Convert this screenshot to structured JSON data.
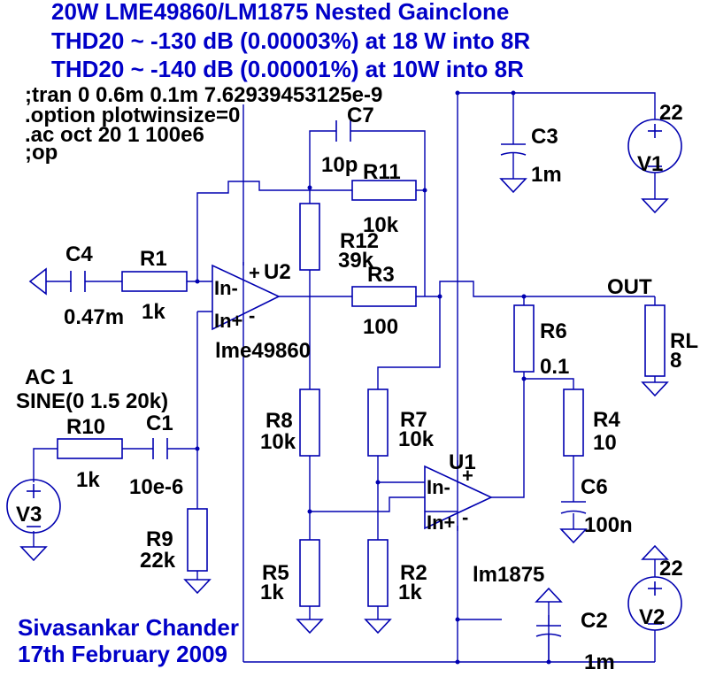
{
  "header": {
    "line1": "20W LME49860/LM1875 Nested Gainclone",
    "line2": "THD20 ~ -130 dB (0.00003%) at 18 W into 8R",
    "line3": "THD20 ~ -140 dB (0.00001%) at 10W into 8R"
  },
  "directives": {
    "tran": ";tran 0 0.6m 0.1m 7.62939453125e-9",
    "option": ".option plotwinsize=0",
    "ac": ".ac oct 20 1 100e6",
    "op": ";op"
  },
  "author": {
    "name": "Sivasankar Chander",
    "date": "17th February 2009"
  },
  "components": {
    "C7": {
      "name": "C7",
      "value": "10p"
    },
    "C3": {
      "name": "C3",
      "value": "1m"
    },
    "V1": {
      "name": "V1",
      "value": "22"
    },
    "R11": {
      "name": "R11",
      "value": "10k"
    },
    "R12": {
      "name": "R12",
      "value": "39k"
    },
    "C4": {
      "name": "C4",
      "value": "0.47m"
    },
    "R1": {
      "name": "R1",
      "value": "1k"
    },
    "U2": {
      "name": "U2",
      "model": "lme49860"
    },
    "R3": {
      "name": "R3",
      "value": "100"
    },
    "OUT": {
      "label": "OUT"
    },
    "R6": {
      "name": "R6",
      "value": "0.1"
    },
    "RL": {
      "name": "RL",
      "value": "8"
    },
    "V3": {
      "name": "V3",
      "ac": "AC 1",
      "sine": "SINE(0 1.5 20k)"
    },
    "R10": {
      "name": "R10",
      "value": "1k"
    },
    "C1": {
      "name": "C1",
      "value": "10e-6"
    },
    "R8": {
      "name": "R8",
      "value": "10k"
    },
    "R7": {
      "name": "R7",
      "value": "10k"
    },
    "R4": {
      "name": "R4",
      "value": "10"
    },
    "U1": {
      "name": "U1",
      "model": "lm1875"
    },
    "C6": {
      "name": "C6",
      "value": "100n"
    },
    "R9": {
      "name": "R9",
      "value": "22k"
    },
    "R5": {
      "name": "R5",
      "value": "1k"
    },
    "R2": {
      "name": "R2",
      "value": "1k"
    },
    "C2": {
      "name": "C2",
      "value": "1m"
    },
    "V2": {
      "name": "V2",
      "value": "22"
    }
  },
  "pins": {
    "in_minus": "In-",
    "in_plus": "In+",
    "plus": "+",
    "minus": "-"
  }
}
